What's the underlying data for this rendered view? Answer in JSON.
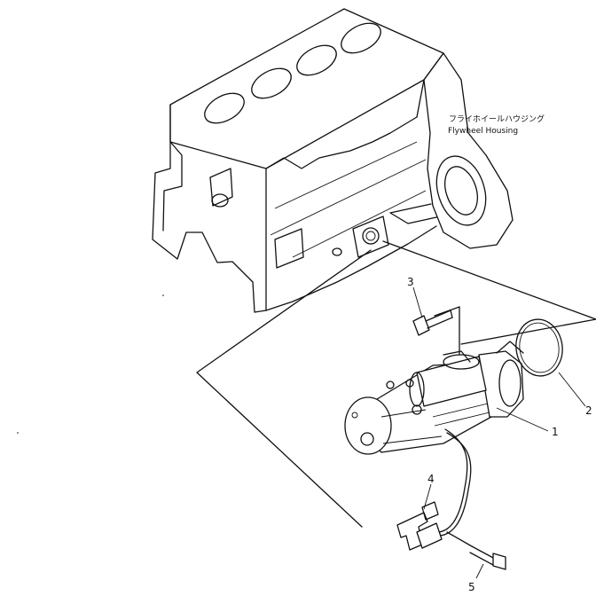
{
  "caption": {
    "japanese": "フライホイールハウジング",
    "english": "Flywheel  Housing"
  },
  "callouts": [
    "1",
    "2",
    "3",
    "4",
    "5"
  ]
}
